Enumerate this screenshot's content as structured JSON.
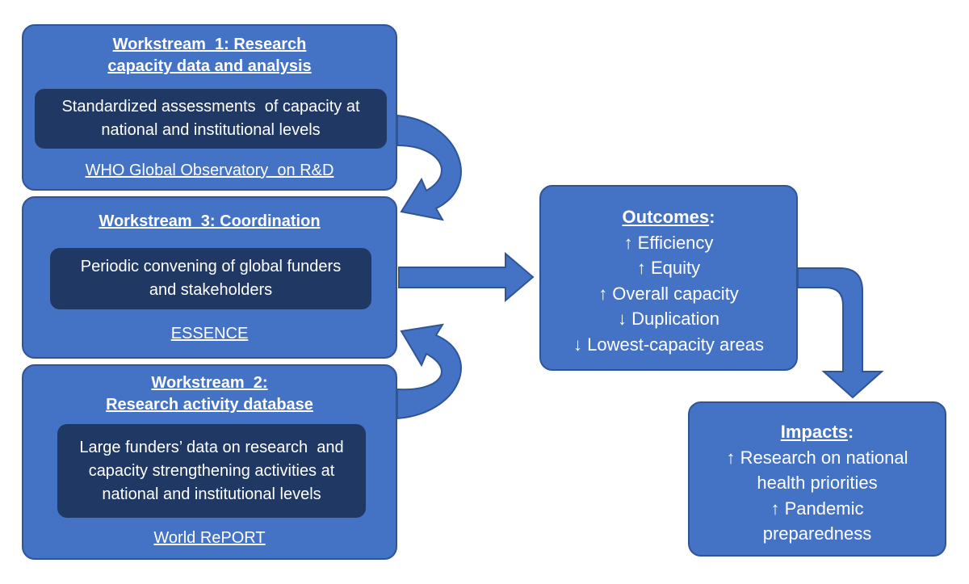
{
  "workstream1": {
    "title_line1": "Workstream  1: Research",
    "title_line2": "capacity data and analysis",
    "body_line1": "Standardized assessments  of capacity at",
    "body_line2": "national and institutional levels",
    "source": "WHO Global Observatory  on R&D"
  },
  "workstream3": {
    "title": "Workstream  3: Coordination",
    "body_line1": "Periodic convening of global funders",
    "body_line2": "and stakeholders",
    "source": "ESSENCE"
  },
  "workstream2": {
    "title_line1": "Workstream  2:",
    "title_line2": "Research activity database",
    "body_line1": "Large funders’ data on research  and",
    "body_line2": "capacity strengthening activities at",
    "body_line3": "national and institutional levels",
    "source": "World RePORT"
  },
  "outcomes": {
    "heading": "Outcomes",
    "heading_suffix": ":",
    "items": [
      "↑ Efficiency",
      "↑ Equity",
      "↑ Overall capacity",
      "↓ Duplication",
      "↓ Lowest-capacity areas"
    ]
  },
  "impacts": {
    "heading": "Impacts",
    "heading_suffix": ":",
    "lines": [
      "↑ Research on national",
      "health priorities",
      "↑ Pandemic",
      "preparedness"
    ]
  },
  "colors": {
    "box_fill": "#4472c4",
    "box_border": "#2f5597",
    "inner_fill": "#203864",
    "text": "#ffffff"
  }
}
